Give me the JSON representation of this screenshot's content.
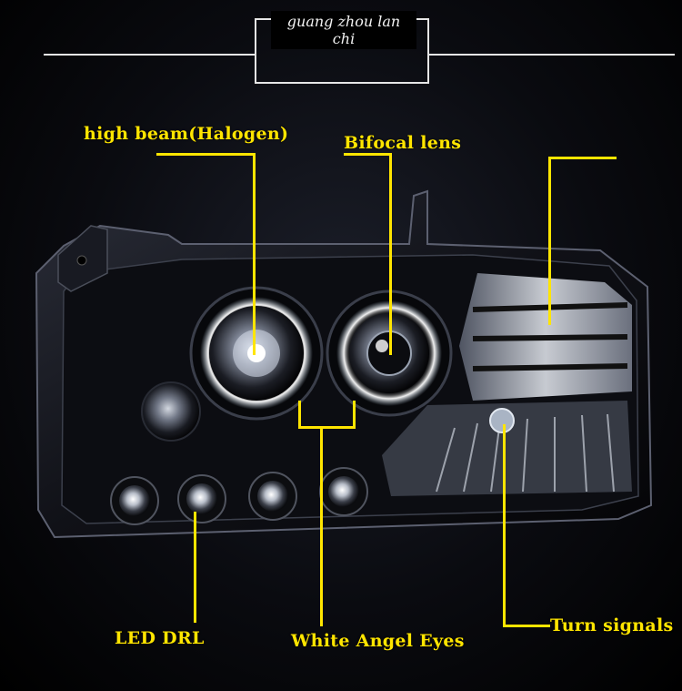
{
  "brand": "guang zhou lan chi",
  "labels": {
    "high_beam": "high beam(Halogen)",
    "bifocal_lens": "Bifocal lens",
    "led_drl": "LED DRL",
    "white_angel_eyes": "White Angel Eyes",
    "turn_signals": "Turn signals"
  },
  "colors": {
    "callout": "#ffe500",
    "frame": "#e6e6e6",
    "background": "#000000",
    "housing": "#111218",
    "angel_ring": "#eef4ff"
  }
}
